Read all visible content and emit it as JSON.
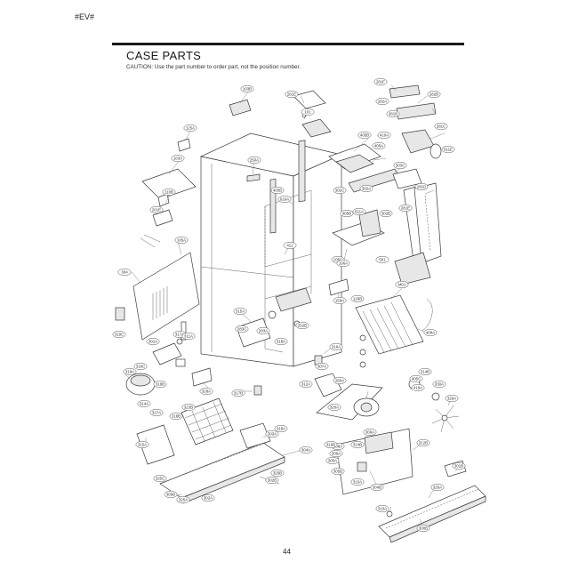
{
  "page": {
    "code": "#EV#",
    "title": "CASE PARTS",
    "caution": "CAUTION: Use the part number to order part, not the position number.",
    "page_number": "44"
  },
  "callouts": [
    "103B",
    "281E",
    "101",
    "281F",
    "282A",
    "282B",
    "281B",
    "281C",
    "611E",
    "125A",
    "250A",
    "405B",
    "410A",
    "405A",
    "303C",
    "302C",
    "302A",
    "103A",
    "110B",
    "201E",
    "611A",
    "281E",
    "281D",
    "405B",
    "616A",
    "405B",
    "302B",
    "105A",
    "412",
    "105C",
    "304",
    "106A",
    "501",
    "120B",
    "159A",
    "M01",
    "315A",
    "283C",
    "252B",
    "283A",
    "318A",
    "319C",
    "301A",
    "317A",
    "311A",
    "316A",
    "409A",
    "318C",
    "319A",
    "328A",
    "319B",
    "317B",
    "260A",
    "314A",
    "327A",
    "323B",
    "318B",
    "315A",
    "304A",
    "318A",
    "303A",
    "307A",
    "312A",
    "312B",
    "314B",
    "405C",
    "419A",
    "330A",
    "329A",
    "320A",
    "308A",
    "306A",
    "305A",
    "305B",
    "316B",
    "310A",
    "309A",
    "304B",
    "314B",
    "306B",
    "325A",
    "325B",
    "302B",
    "302A",
    "325C",
    "310A",
    "301B",
    "326A",
    "300B",
    "121A"
  ]
}
